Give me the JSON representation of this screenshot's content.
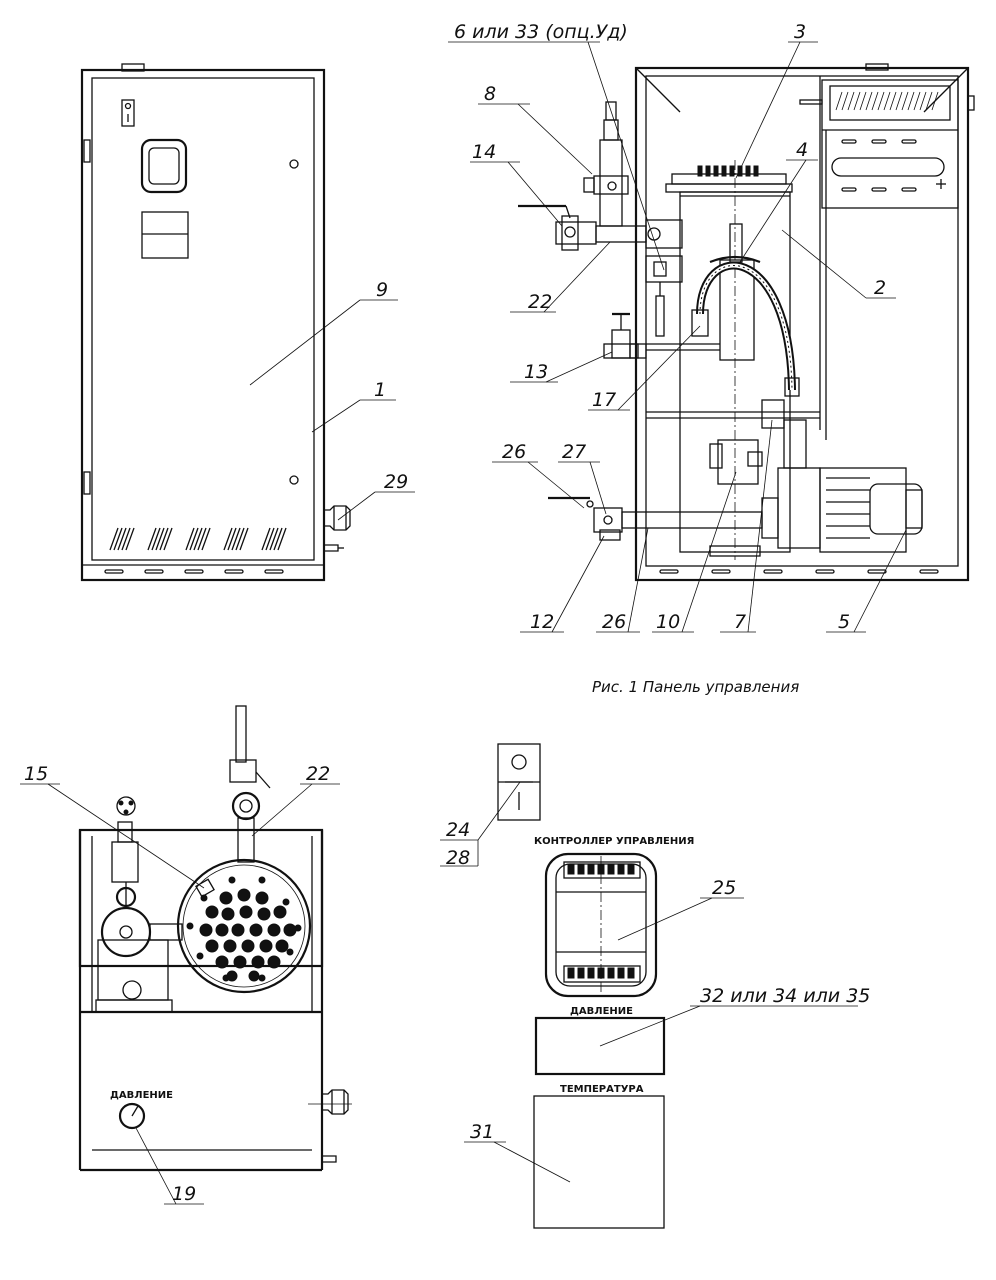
{
  "caption": "Рис. 1 Панель управления",
  "labels": {
    "controller": "КОНТРОЛЛЕР УПРАВЛЕНИЯ",
    "pressure_panel": "ДАВЛЕНИЕ",
    "temperature_panel": "ТЕМПЕРАТУРА",
    "pressure_gauge": "ДАВЛЕНИЕ"
  },
  "callouts": {
    "c1": "1",
    "c2": "2",
    "c3": "3",
    "c4": "4",
    "c5": "5",
    "c6_33": "6 или 33 (опц.Уд)",
    "c7": "7",
    "c8": "8",
    "c9": "9",
    "c10": "10",
    "c12": "12",
    "c13": "13",
    "c14": "14",
    "c15": "15",
    "c17": "17",
    "c19": "19",
    "c22a": "22",
    "c22b": "22",
    "c24": "24",
    "c25": "25",
    "c26a": "26",
    "c26b": "26",
    "c27": "27",
    "c28": "28",
    "c29": "29",
    "c31": "31",
    "c32_34_35": "32 или 34 или 35"
  }
}
